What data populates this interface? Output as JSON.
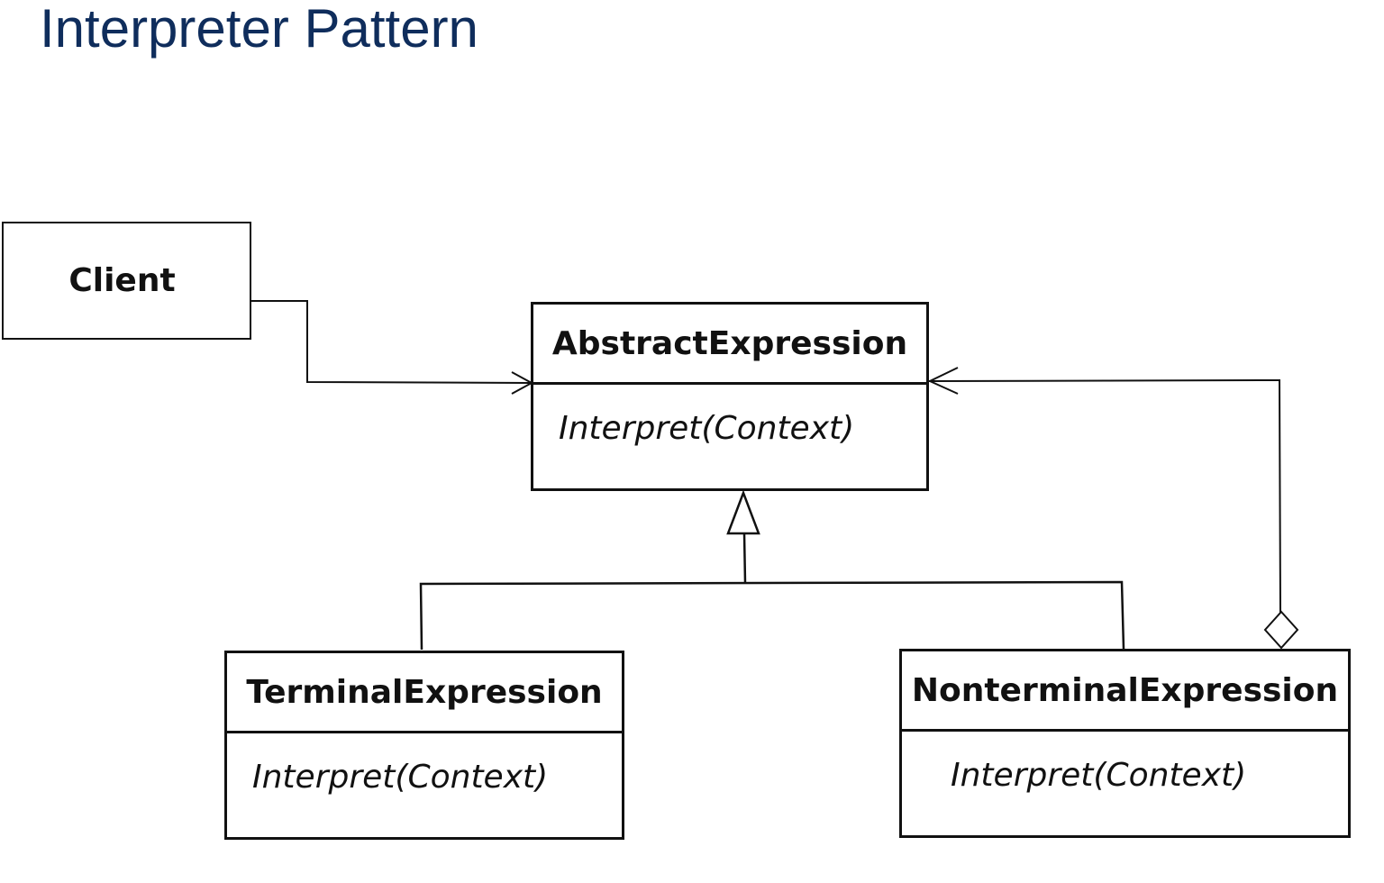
{
  "title": "Interpreter Pattern",
  "colors": {
    "title": "#0f2d5c",
    "line": "#111111",
    "background": "#ffffff"
  },
  "classes": {
    "client": {
      "name": "Client"
    },
    "abstract_expression": {
      "name": "AbstractExpression",
      "operation": "Interpret(Context)"
    },
    "terminal_expression": {
      "name": "TerminalExpression",
      "operation": "Interpret(Context)"
    },
    "nonterminal_expression": {
      "name": "NonterminalExpression",
      "operation": "Interpret(Context)"
    }
  },
  "relationships": [
    {
      "from": "Client",
      "to": "AbstractExpression",
      "kind": "association"
    },
    {
      "from": "TerminalExpression",
      "to": "AbstractExpression",
      "kind": "generalization"
    },
    {
      "from": "NonterminalExpression",
      "to": "AbstractExpression",
      "kind": "generalization"
    },
    {
      "from": "NonterminalExpression",
      "to": "AbstractExpression",
      "kind": "aggregation"
    }
  ]
}
